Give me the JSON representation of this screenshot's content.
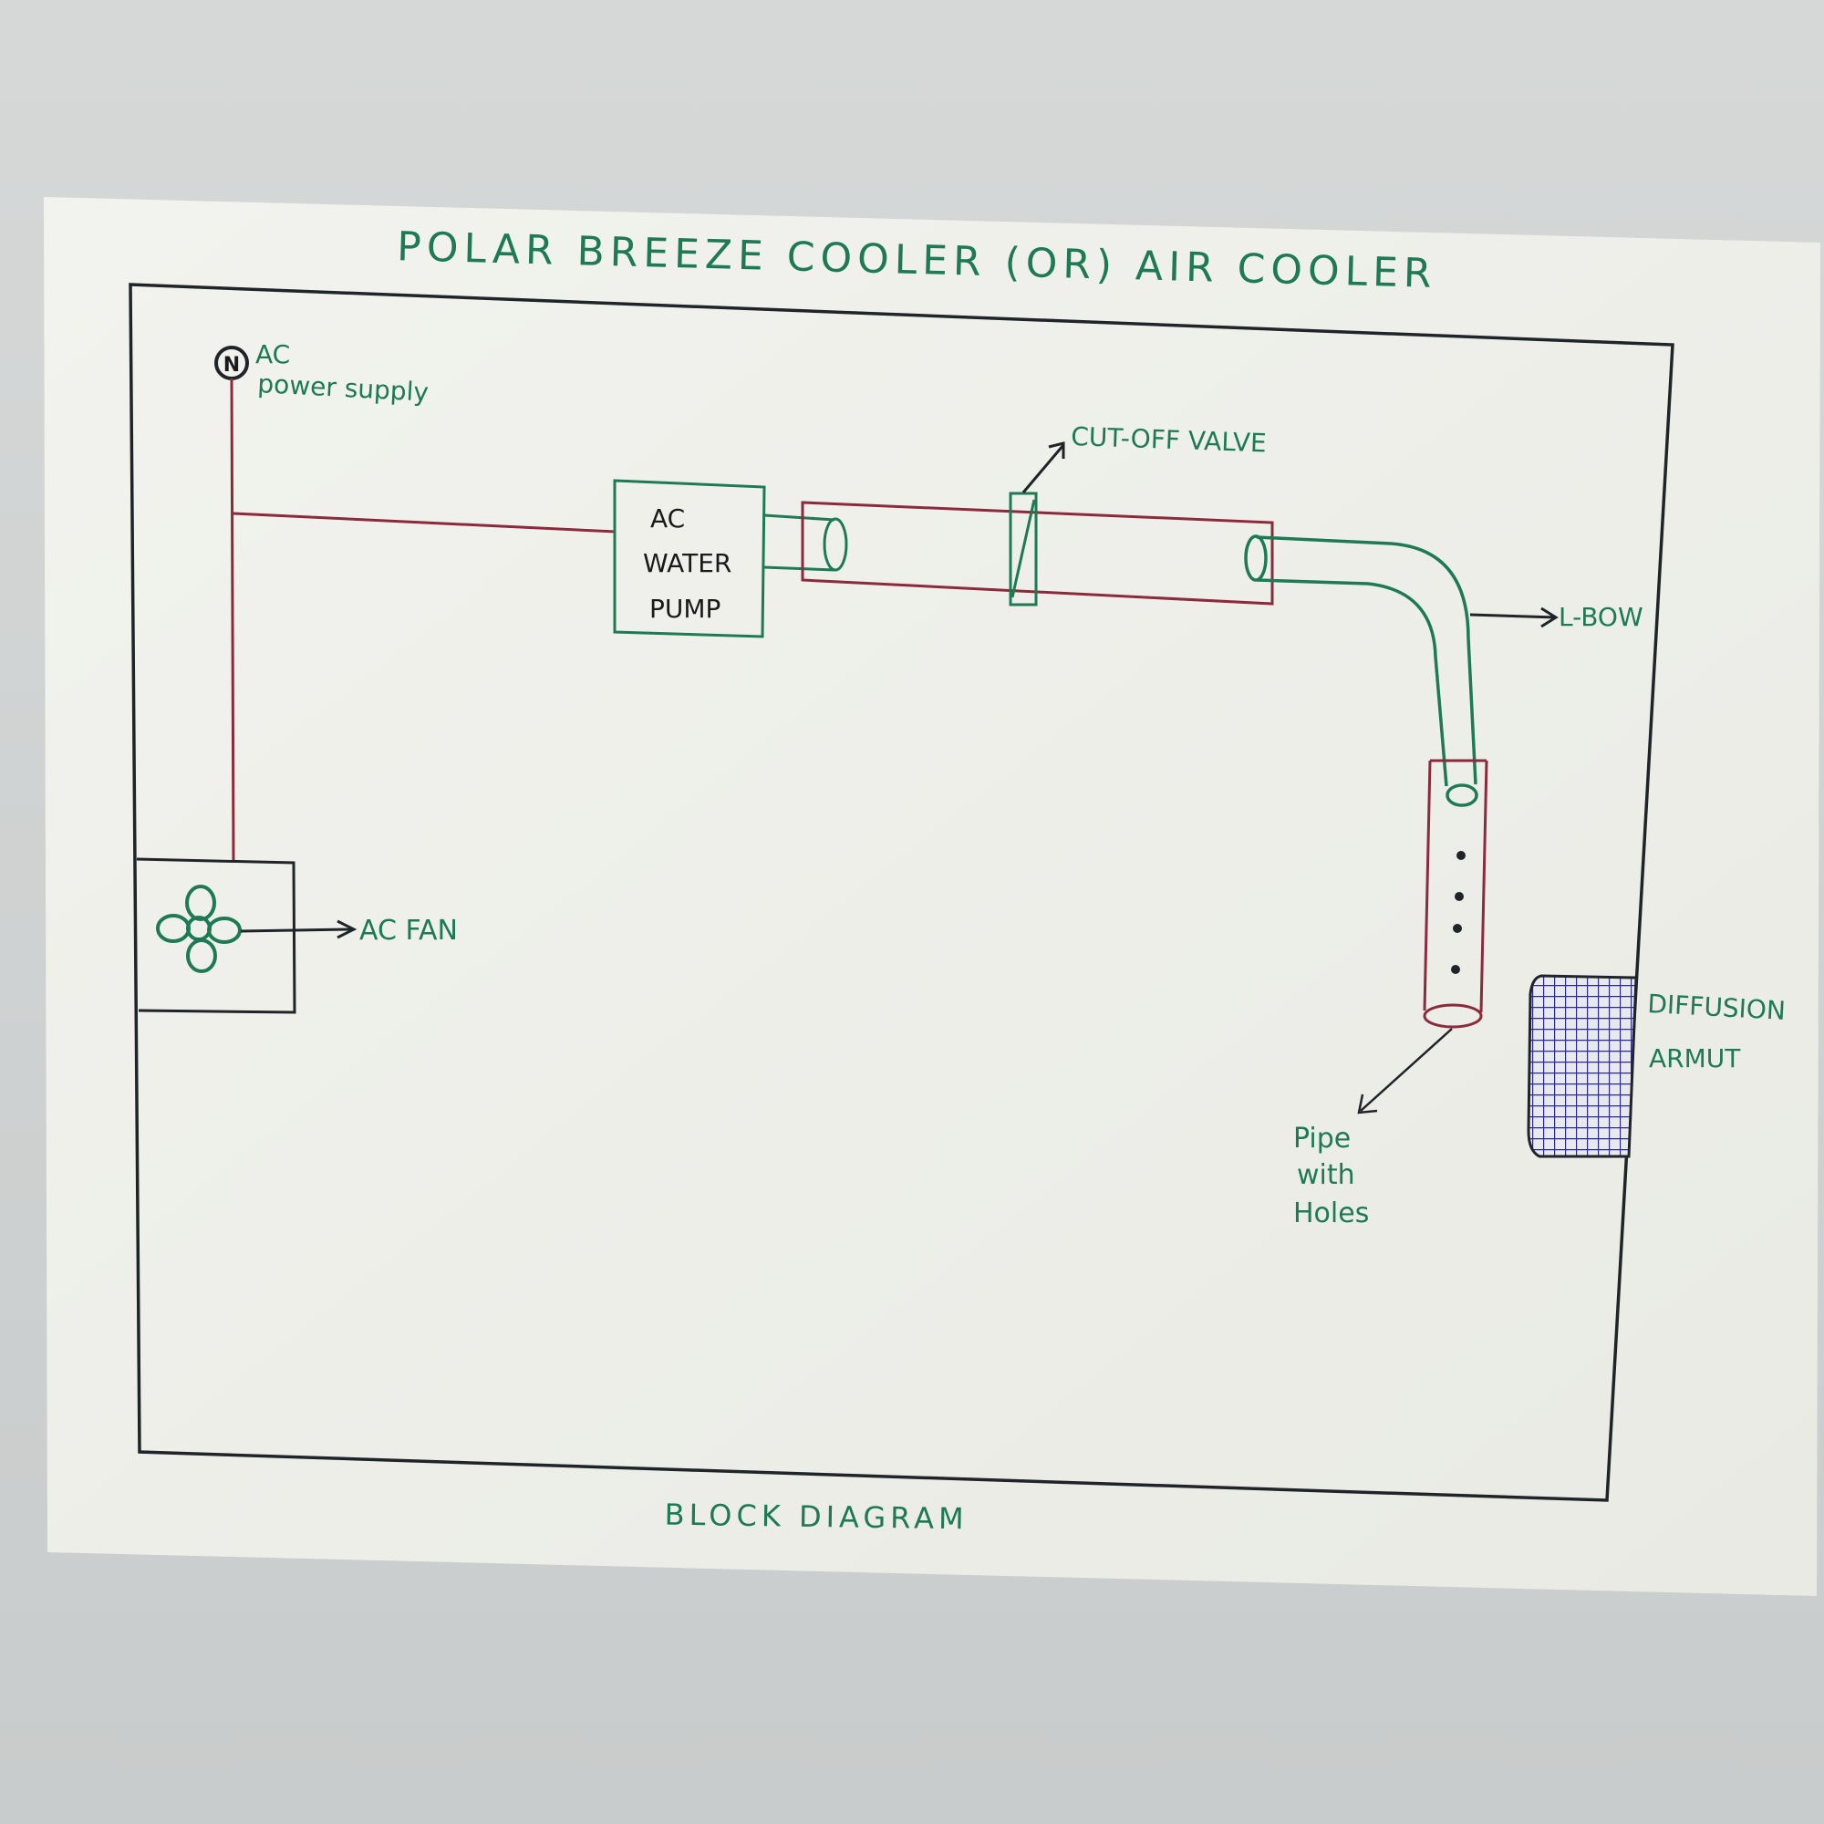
{
  "title": "POLAR BREEZE COOLER (OR) AIR COOLER",
  "footer": "BLOCK DIAGRAM",
  "labels": {
    "power_symbol": "N",
    "power_1": "AC",
    "power_2": "power supply",
    "pump_1": "AC",
    "pump_2": "WATER",
    "pump_3": "PUMP",
    "valve": "CUT-OFF VALVE",
    "elbow": "L-BOW",
    "fan": "AC FAN",
    "diffusion_1": "DIFFUSION",
    "diffusion_2": "ARMUT",
    "pipe_1": "Pipe",
    "pipe_2": "with",
    "pipe_3": "Holes"
  },
  "colors": {
    "ink_green": "#1d7a52",
    "ink_red": "#8b2a3c",
    "ink_black": "#1f2428",
    "ink_blue": "#2b2a8a",
    "paper": "#f0f1ec",
    "background": "#cfd2d2"
  }
}
